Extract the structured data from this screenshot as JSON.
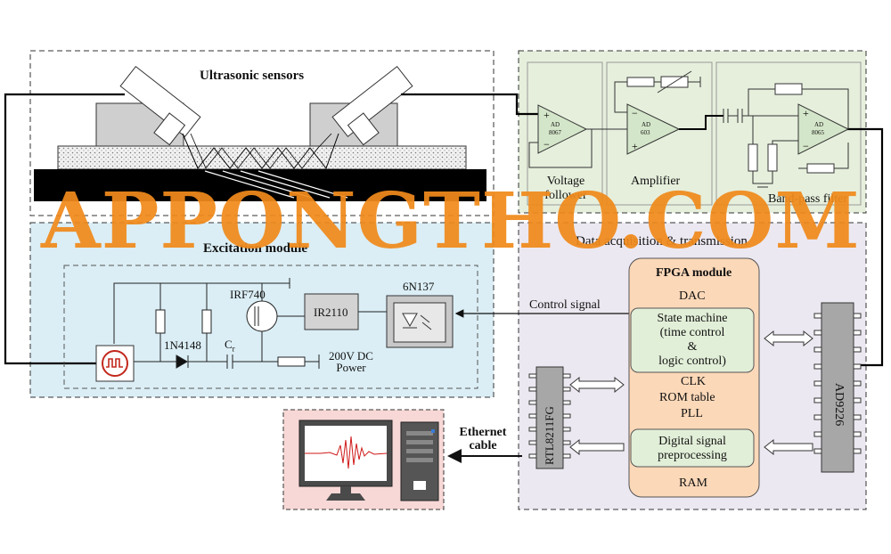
{
  "sensors": {
    "title": "Ultrasonic sensors"
  },
  "analog": {
    "voltage_follower": "Voltage follower",
    "amplifier": "Amplifier",
    "bandpass": "Band-pass filter",
    "opamp1": [
      "AD",
      "8067"
    ],
    "opamp2": [
      "AD",
      "603"
    ],
    "opamp3": [
      "AD",
      "8065"
    ]
  },
  "excitation": {
    "title": "Excitation module",
    "diode": "1N4148",
    "mosfet": "IRF740",
    "driver": "IR2110",
    "optocoupler": "6N137",
    "cap_main": "C",
    "cap_sub": "r",
    "power_line1": "200V DC",
    "power_line2": "Power"
  },
  "daq": {
    "title": "Data acquisition & transmission",
    "control_signal": "Control signal",
    "fpga_title": "FPGA module",
    "dac": "DAC",
    "state_machine": [
      "State machine",
      "(time control",
      "&",
      "logic control)"
    ],
    "clk": "CLK",
    "rom": "ROM table",
    "pll": "PLL",
    "dsp": [
      "Digital signal",
      "preprocessing"
    ],
    "ram": "RAM",
    "adc_chip": "AD9226",
    "phy_chip": "RTL8211FG",
    "ethernet": [
      "Ethernet",
      "cable"
    ]
  },
  "watermark": "APPONGTHO.COM",
  "colors": {
    "analog_bg": "#e6efdc",
    "excitation_bg": "#dbeef5",
    "daq_bg": "#ece8f1",
    "fpga_bg": "#fbd8b8",
    "fpga_inner": "#e2efd8",
    "pc_bg": "#f7d8d6",
    "chip": "#a7a7a7",
    "watermark": "#f08a1c"
  }
}
